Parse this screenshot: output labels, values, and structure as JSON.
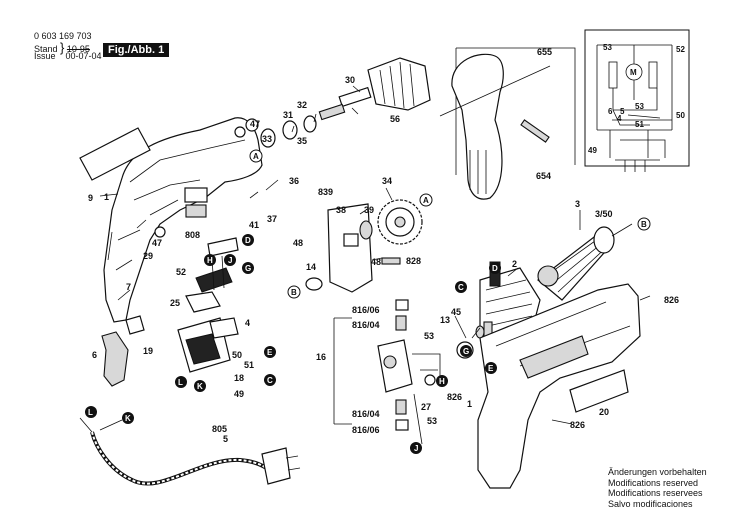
{
  "header": {
    "doc_number": "0 603 169 703",
    "stand_label": "Stand",
    "stand_old": "10-95",
    "issue_label": "Issue",
    "issue_date": "00-07-04"
  },
  "figure_label": "Fig./Abb. 1",
  "notes": [
    "Änderungen vorbehalten",
    "Modifications reserved",
    "Modifications reservees",
    "Salvo modificaciones"
  ],
  "part_numbers": {
    "p1a": "1",
    "p1b": "1",
    "p2": "2",
    "p3": "3",
    "p3_50": "3/50",
    "p4": "4",
    "p5": "5",
    "p6": "6",
    "p7": "7",
    "p9": "9",
    "p13": "13",
    "p14": "14",
    "p16": "16",
    "p18": "18",
    "p19": "19",
    "p20": "20",
    "p25": "25",
    "p27": "27",
    "p29": "29",
    "p30": "30",
    "p31": "31",
    "p32": "32",
    "p33": "33",
    "p34": "34",
    "p35": "35",
    "p36": "36",
    "p37": "37",
    "p38": "38",
    "p39": "39",
    "p41": "41",
    "p45": "45",
    "p47a": "47",
    "p47b": "47",
    "p48a": "48",
    "p48b": "48",
    "p49": "49",
    "p50": "50",
    "p51": "51",
    "p52": "52",
    "p53a": "53",
    "p53b": "53",
    "p56": "56",
    "p654": "654",
    "p655": "655",
    "p805": "805",
    "p808": "808",
    "p816_06a": "816/06",
    "p816_04a": "816/04",
    "p816_04b": "816/04",
    "p816_06b": "816/06",
    "p826a": "826",
    "p826b": "826",
    "p826c": "826",
    "p828": "828",
    "p839": "839"
  },
  "schematic_labels": {
    "s53a": "53",
    "s52": "52",
    "sM": "M",
    "s6": "6",
    "s5": "5",
    "s53b": "53",
    "s4": "4",
    "s51": "51",
    "s50": "50",
    "s49": "49"
  },
  "circle_labels": {
    "A1": "A",
    "A2": "A",
    "B1": "B",
    "B2": "B",
    "C1": "C",
    "C2": "C",
    "D1": "D",
    "D2": "D",
    "E1": "E",
    "E2": "E",
    "G1": "G",
    "G2": "G",
    "H1": "H",
    "H2": "H",
    "J1": "J",
    "J2": "J",
    "K1": "K",
    "K2": "K",
    "L1": "L",
    "L2": "L"
  },
  "icons": [
    "diagram-drill-housing",
    "diagram-keyless-chuck",
    "diagram-auxiliary-handle",
    "diagram-armature",
    "diagram-field-coil",
    "diagram-gear",
    "diagram-switch",
    "diagram-power-cord",
    "diagram-wiring-schematic"
  ]
}
